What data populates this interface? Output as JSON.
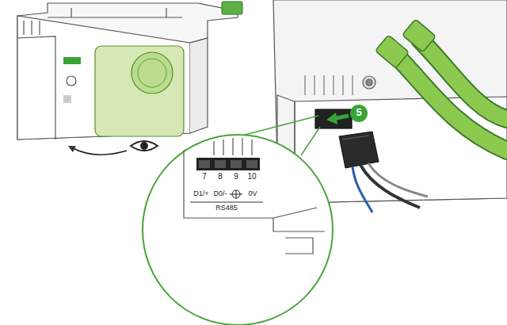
{
  "diagram": {
    "labels": [
      "5",
      "7",
      "8",
      "9",
      "10",
      "D1/+",
      "D0/-",
      "0V",
      "RS485"
    ]
  }
}
